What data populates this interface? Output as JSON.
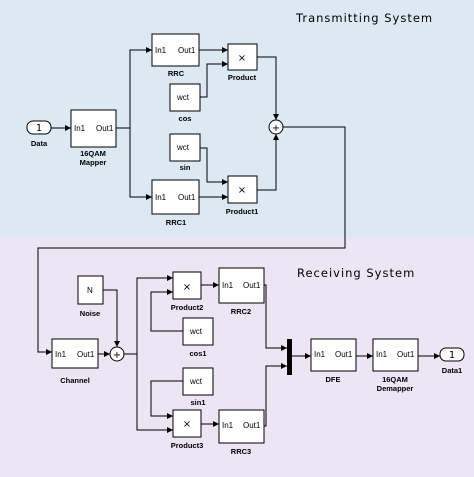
{
  "subsystems": {
    "tx_title": "Transmitting System",
    "rx_title": "Receiving System",
    "tx_bg": "#dce9f3",
    "rx_bg": "#ebe5f4"
  },
  "ports": {
    "in": "In1",
    "out": "Out1"
  },
  "blocks": {
    "data": {
      "label": "Data",
      "value": "1"
    },
    "mapper": {
      "label": "16QAM\nMapper"
    },
    "rrc": {
      "label": "RRC"
    },
    "rrc1": {
      "label": "RRC1"
    },
    "cos": {
      "label": "cos",
      "value": "wct"
    },
    "sin": {
      "label": "sin",
      "value": "wct"
    },
    "product": {
      "label": "Product"
    },
    "product1": {
      "label": "Product1"
    },
    "noise": {
      "label": "Noise",
      "value": "N"
    },
    "channel": {
      "label": "Channel"
    },
    "product2": {
      "label": "Product2"
    },
    "product3": {
      "label": "Product3"
    },
    "cos1": {
      "label": "cos1",
      "value": "wct"
    },
    "sin1": {
      "label": "sin1",
      "value": "wct"
    },
    "rrc2": {
      "label": "RRC2"
    },
    "rrc3": {
      "label": "RRC3"
    },
    "dfe": {
      "label": "DFE"
    },
    "demapper": {
      "label": "16QAM\nDemapper"
    },
    "data1": {
      "label": "Data1",
      "value": "1"
    }
  },
  "symbols": {
    "multiply": "×",
    "plus": "+"
  }
}
